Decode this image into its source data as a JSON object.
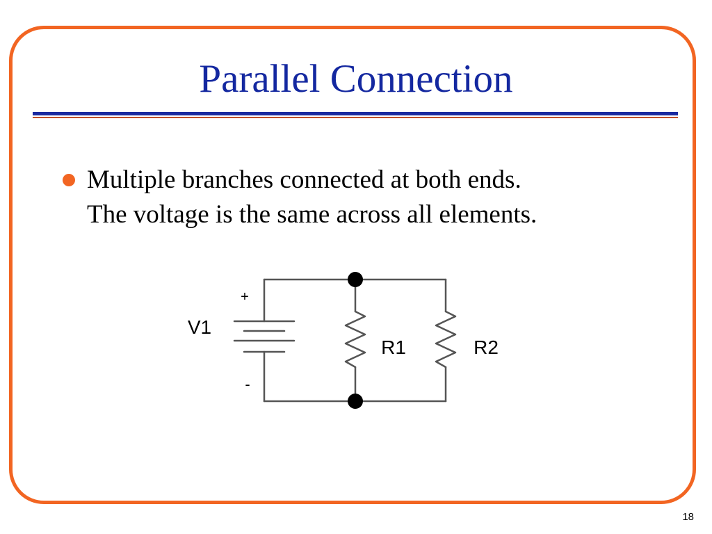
{
  "slide": {
    "title": "Parallel Connection",
    "bullets": [
      {
        "lines": [
          "Multiple branches connected at both ends.",
          "The voltage is the same across all elements."
        ]
      }
    ],
    "page_number": "18"
  },
  "circuit": {
    "source_label": "V1",
    "plus_label": "+",
    "minus_label": "-",
    "resistor_labels": [
      "R1",
      "R2"
    ]
  },
  "colors": {
    "frame": "#f26522",
    "title": "#1428a0",
    "rule_blue": "#1a2aa0",
    "rule_orange": "#c0502a",
    "bullet": "#f26522",
    "wire": "#555555"
  }
}
